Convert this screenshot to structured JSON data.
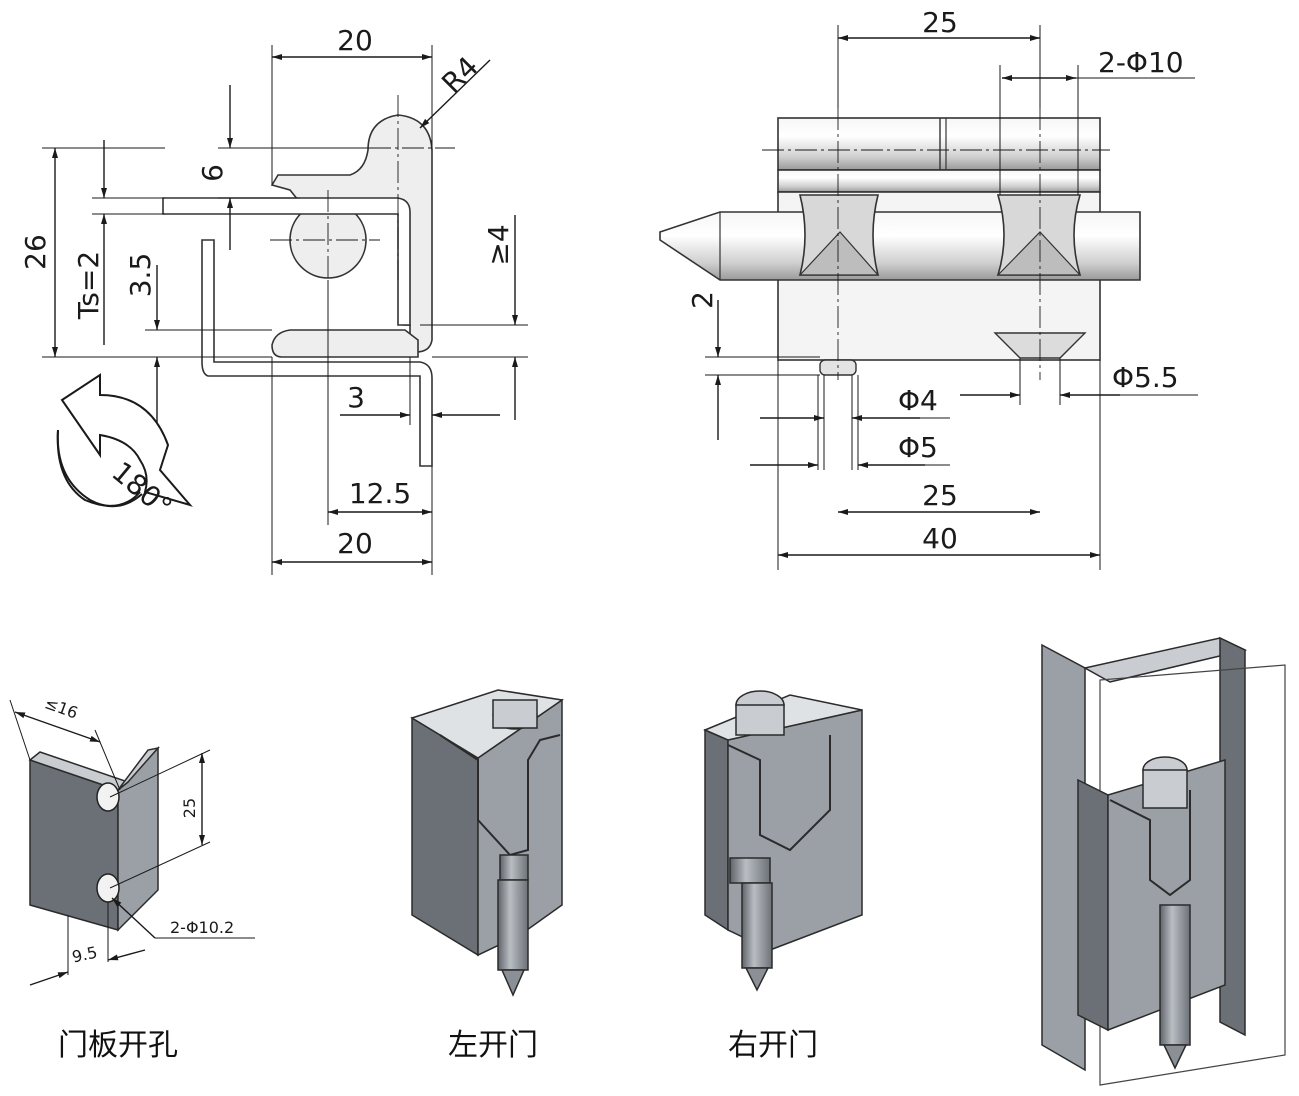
{
  "side_view": {
    "top_width": "20",
    "radius": "R4",
    "height_6": "6",
    "height_26": "26",
    "thickness": "Ts=2",
    "height_3_5": "3.5",
    "min_4": "≥4",
    "offset_3": "3",
    "offset_12_5": "12.5",
    "bottom_width": "20",
    "rotation": "180°"
  },
  "front_view": {
    "pitch_top": "25",
    "holes_top": "2-Φ10",
    "offset_2": "2",
    "pin_d4": "Φ4",
    "pin_d5": "Φ5",
    "hole_d5_5": "Φ5.5",
    "pitch_bottom": "25",
    "length_40": "40"
  },
  "door_panel": {
    "width": "≤16",
    "pitch": "25",
    "holes": "2-Φ10.2",
    "edge": "9.5"
  },
  "captions": {
    "door_cutout": "门板开孔",
    "left_open": "左开门",
    "right_open": "右开门"
  },
  "colors": {
    "metal_dark": "#6b7076",
    "metal_mid": "#9aa0a6",
    "metal_light": "#c9cdd1",
    "line": "#1a1a1a"
  }
}
